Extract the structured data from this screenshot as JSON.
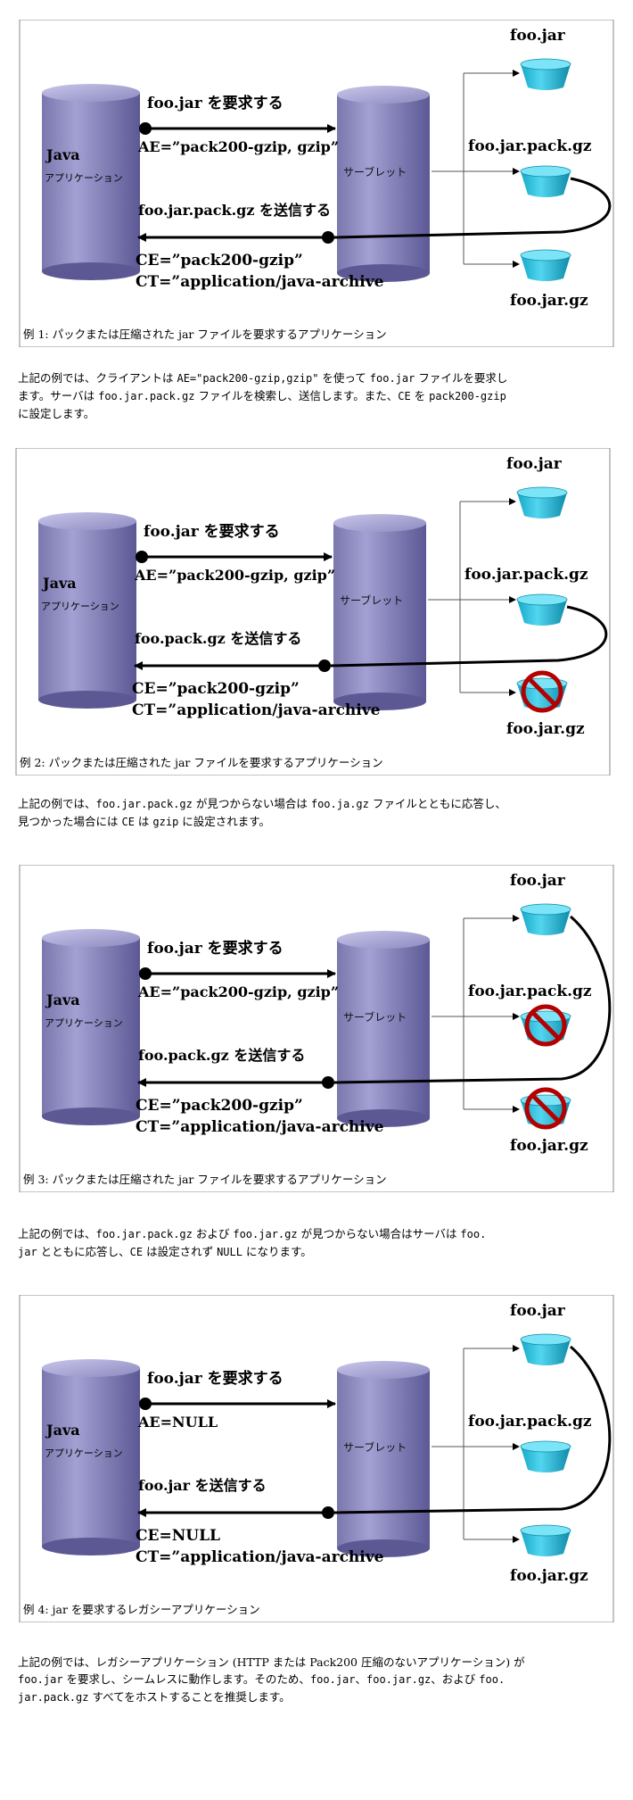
{
  "common": {
    "java_label": "Java",
    "app_label": "アプリケーション",
    "servlet_label": "サーブレット",
    "file_foo_jar": "foo.jar",
    "file_foo_jar_pack_gz": "foo.jar.pack.gz",
    "file_foo_jar_gz": "foo.jar.gz"
  },
  "examples": [
    {
      "request_label": "foo.jar を要求する",
      "ae_label": "AE=”pack200-gzip, gzip”",
      "send_label": "foo.jar.pack.gz を送信する",
      "ce_label": "CE=”pack200-gzip”",
      "ct_label": "CT=”application/java-archive",
      "caption": "例 1: パックまたは圧縮された jar ファイルを要求するアプリケーション",
      "desc": [
        {
          "t": "上記の例では、クライアントは "
        },
        {
          "t": "AE=\"pack200-gzip,gzip\"",
          "c": true
        },
        {
          "t": " を使って "
        },
        {
          "t": "foo.jar",
          "c": true
        },
        {
          "t": " ファイルを要求し"
        },
        {
          "br": true
        },
        {
          "t": "ます。サーバは "
        },
        {
          "t": "foo.jar.pack.gz",
          "c": true
        },
        {
          "t": " ファイルを検索し、送信します。また、"
        },
        {
          "t": "CE",
          "c": true
        },
        {
          "t": " を "
        },
        {
          "t": "pack200-gzip",
          "c": true
        },
        {
          "br": true
        },
        {
          "t": "に設定します。"
        }
      ]
    },
    {
      "request_label": "foo.jar を要求する",
      "ae_label": "AE=”pack200-gzip, gzip”",
      "send_label": "foo.pack.gz を送信する",
      "ce_label": "CE=”pack200-gzip”",
      "ct_label": "CT=”application/java-archive",
      "caption": "例 2: パックまたは圧縮された jar ファイルを要求するアプリケーション",
      "desc": [
        {
          "t": "上記の例では、"
        },
        {
          "t": "foo.jar.pack.gz",
          "c": true
        },
        {
          "t": " が見つからない場合は "
        },
        {
          "t": "foo.ja.gz",
          "c": true
        },
        {
          "t": " ファイルとともに応答し、"
        },
        {
          "br": true
        },
        {
          "t": "見つかった場合には "
        },
        {
          "t": "CE",
          "c": true
        },
        {
          "t": " は "
        },
        {
          "t": "gzip",
          "c": true
        },
        {
          "t": " に設定されます。"
        }
      ]
    },
    {
      "request_label": "foo.jar を要求する",
      "ae_label": "AE=”pack200-gzip, gzip”",
      "send_label": "foo.pack.gz を送信する",
      "ce_label": "CE=”pack200-gzip”",
      "ct_label": "CT=”application/java-archive",
      "caption": "例 3: パックまたは圧縮された jar ファイルを要求するアプリケーション",
      "desc": [
        {
          "t": "上記の例では、"
        },
        {
          "t": "foo.jar.pack.gz",
          "c": true
        },
        {
          "t": " および "
        },
        {
          "t": "foo.jar.gz",
          "c": true
        },
        {
          "t": " が見つからない場合はサーバは "
        },
        {
          "t": "foo.",
          "c": true
        },
        {
          "br": true
        },
        {
          "t": "jar",
          "c": true
        },
        {
          "t": " とともに応答し、"
        },
        {
          "t": "CE",
          "c": true
        },
        {
          "t": " は設定されず "
        },
        {
          "t": "NULL",
          "c": true
        },
        {
          "t": " になります。"
        }
      ]
    },
    {
      "request_label": "foo.jar を要求する",
      "ae_label": "AE=NULL",
      "send_label": "foo.jar を送信する",
      "ce_label": "CE=NULL",
      "ct_label": "CT=”application/java-archive",
      "caption": "例 4: jar を要求するレガシーアプリケーション",
      "desc": [
        {
          "t": "上記の例では、レガシーアプリケーション (HTTP または Pack200 圧縮のないアプリケーション) が"
        },
        {
          "br": true
        },
        {
          "t": "foo.jar",
          "c": true
        },
        {
          "t": " を要求し、シームレスに動作します。そのため、"
        },
        {
          "t": "foo.jar",
          "c": true
        },
        {
          "t": "、"
        },
        {
          "t": "foo.jar.gz",
          "c": true
        },
        {
          "t": "、および "
        },
        {
          "t": "foo.",
          "c": true
        },
        {
          "br": true
        },
        {
          "t": "jar.pack.gz",
          "c": true
        },
        {
          "t": " すべてをホストすることを推奨します。"
        }
      ]
    }
  ]
}
